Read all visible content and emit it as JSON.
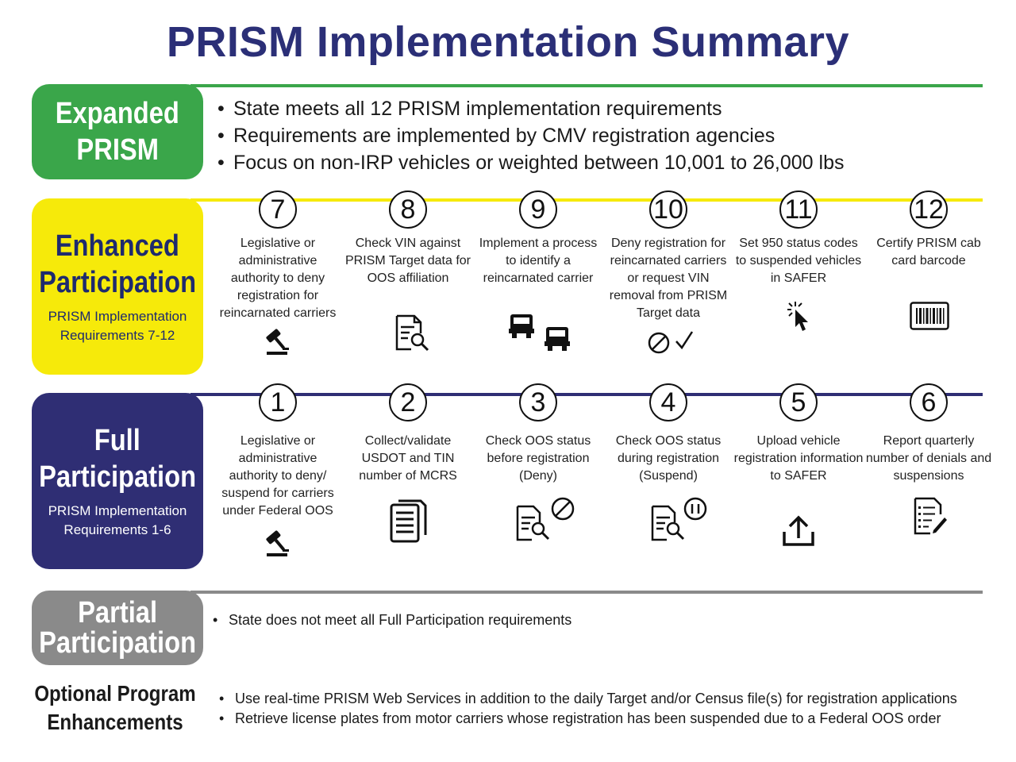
{
  "title": "PRISM Implementation Summary",
  "colors": {
    "expanded": "#3aa64a",
    "enhanced": "#f6ea0a",
    "full": "#2f2e74",
    "partial": "#8a8a8a",
    "title": "#2b2f77"
  },
  "expanded": {
    "label_line1": "Expanded",
    "label_line2": "PRISM",
    "bullets": [
      "State meets all 12 PRISM implementation requirements",
      "Requirements are implemented by CMV registration agencies",
      "Focus on non-IRP vehicles or weighted between 10,001 to 26,000 lbs"
    ]
  },
  "enhanced": {
    "label_line1": "Enhanced",
    "label_line2": "Participation",
    "sub_line1": "PRISM Implementation",
    "sub_line2": "Requirements 7-12",
    "requirements": [
      {
        "number": "7",
        "text": "Legislative or administrative authority to deny registration for reincarnated carriers",
        "icon": "gavel-icon"
      },
      {
        "number": "8",
        "text": "Check VIN against PRISM Target data for OOS affiliation",
        "icon": "document-search-icon"
      },
      {
        "number": "9",
        "text": "Implement a process to identify a reincarnated carrier",
        "icon": "trucks-icon"
      },
      {
        "number": "10",
        "text": "Deny registration for reincarnated carriers or request VIN removal from PRISM Target data",
        "icon": "deny-check-icon"
      },
      {
        "number": "11",
        "text": "Set 950 status codes to suspended vehicles in SAFER",
        "icon": "cursor-click-icon"
      },
      {
        "number": "12",
        "text": "Certify PRISM cab card barcode",
        "icon": "barcode-icon"
      }
    ]
  },
  "full": {
    "label_line1": "Full",
    "label_line2": "Participation",
    "sub_line1": "PRISM Implementation",
    "sub_line2": "Requirements 1-6",
    "requirements": [
      {
        "number": "1",
        "text": "Legislative or administrative authority to deny/ suspend for carriers under Federal OOS",
        "icon": "gavel-icon"
      },
      {
        "number": "2",
        "text": "Collect/validate USDOT and TIN number of MCRS",
        "icon": "documents-icon"
      },
      {
        "number": "3",
        "text": "Check OOS status before registration (Deny)",
        "icon": "document-search-deny-icon"
      },
      {
        "number": "4",
        "text": "Check OOS status during registration (Suspend)",
        "icon": "document-search-pause-icon"
      },
      {
        "number": "5",
        "text": "Upload vehicle registration information to SAFER",
        "icon": "upload-icon"
      },
      {
        "number": "6",
        "text": "Report quarterly number of denials and suspensions",
        "icon": "report-pen-icon"
      }
    ]
  },
  "partial": {
    "label_line1": "Partial",
    "label_line2": "Participation",
    "bullets": [
      "State does not meet all Full Participation requirements"
    ]
  },
  "optional": {
    "label_line1": "Optional Program",
    "label_line2": "Enhancements",
    "bullets": [
      "Use real-time PRISM Web Services in addition to the daily Target and/or Census file(s) for registration applications",
      "Retrieve license plates from motor carriers whose registration has been suspended due to a Federal OOS order"
    ]
  }
}
